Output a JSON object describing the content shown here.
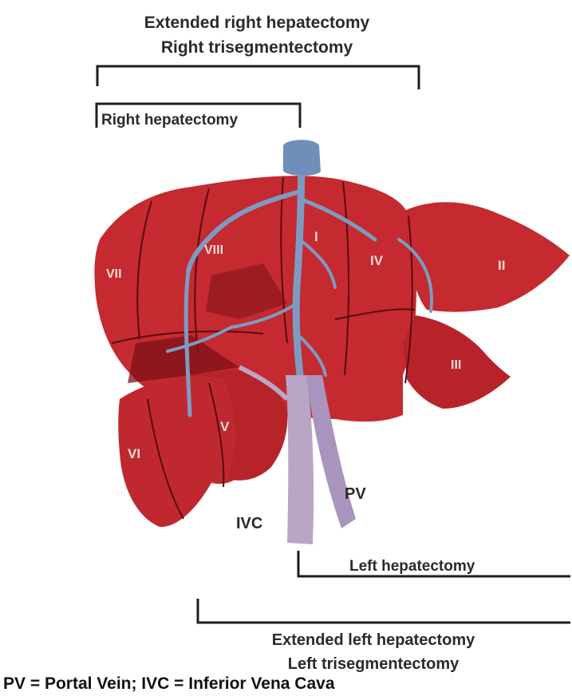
{
  "labels": {
    "extended_right_1": "Extended right hepatectomy",
    "extended_right_2": "Right trisegmentectomy",
    "right_hepatectomy": "Right hepatectomy",
    "left_hepatectomy": "Left hepatectomy",
    "extended_left_1": "Extended left hepatectomy",
    "extended_left_2": "Left trisegmentectomy",
    "pv": "PV",
    "ivc": "IVC"
  },
  "segments": {
    "s1": "I",
    "s2": "II",
    "s3": "III",
    "s4": "IV",
    "s5": "V",
    "s6": "VI",
    "s7": "VII",
    "s8": "VIII"
  },
  "caption": "PV = Portal Vein; IVC = Inferior Vena Cava",
  "colors": {
    "liver": "#c0262c",
    "liver_shadow": "#7e1016",
    "vessel": "#7d9bc2",
    "portal_vein": "#b9a6c6"
  }
}
